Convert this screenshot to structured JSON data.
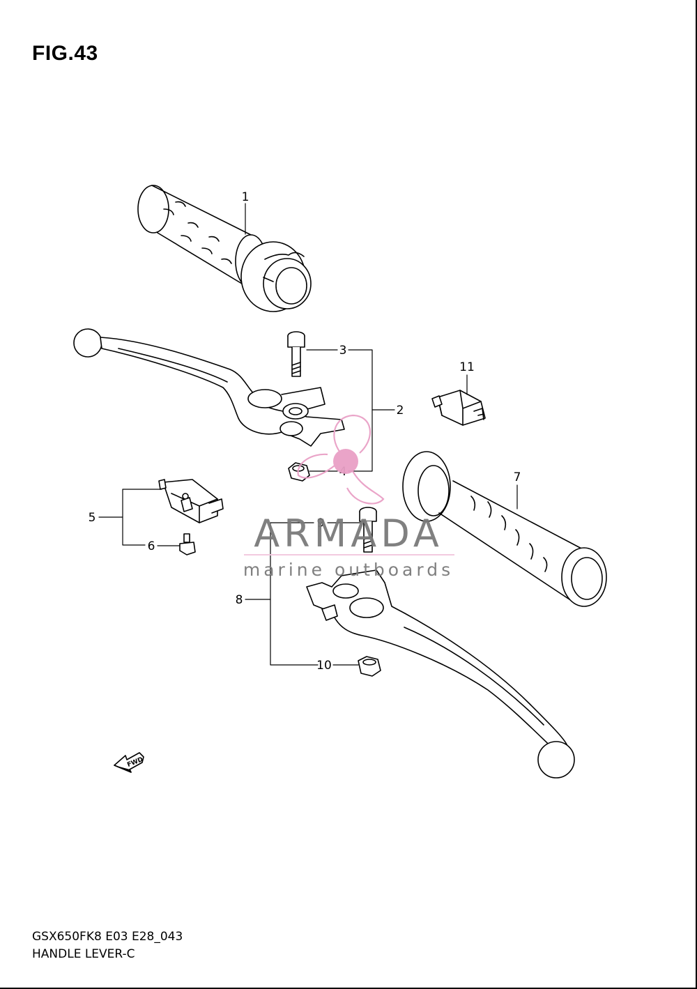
{
  "figure": {
    "title": "FIG.43"
  },
  "footer": {
    "model_code": "GSX650FK8 E03 E28_043",
    "section_name": "HANDLE LEVER-C"
  },
  "callouts": [
    "1",
    "2",
    "3",
    "4",
    "5",
    "6",
    "7",
    "8",
    "9",
    "10",
    "11"
  ],
  "fwd_label": "FWD",
  "watermark": {
    "brand": "ARMADA",
    "tagline": "marine outboards",
    "colors": {
      "text": "#7a7a7a",
      "logo": "#e9a0c6",
      "underline": "#f2c8de"
    }
  }
}
